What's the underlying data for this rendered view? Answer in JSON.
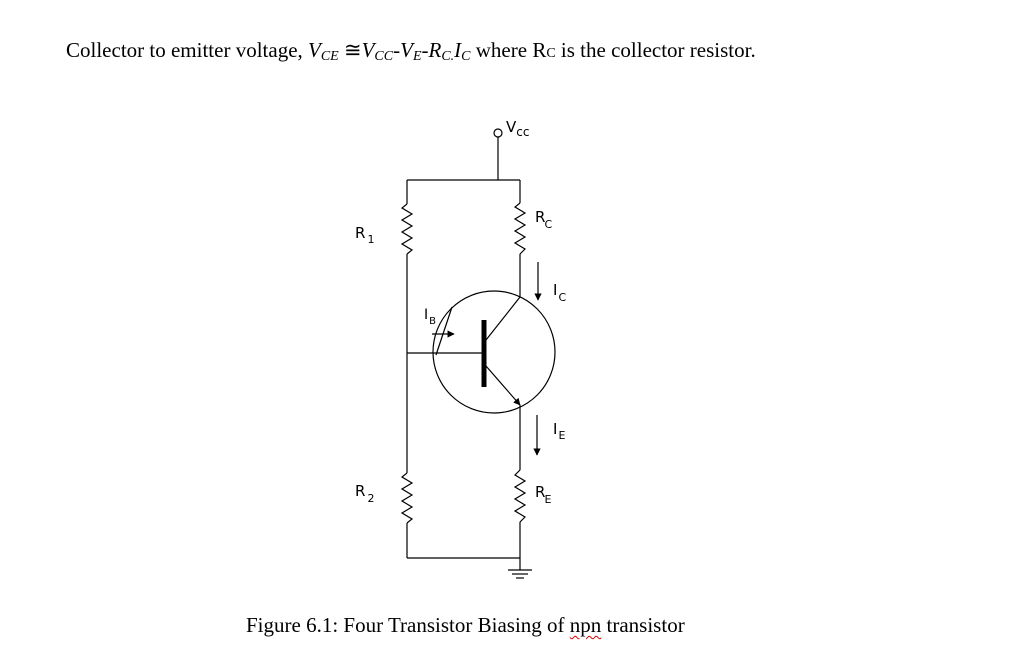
{
  "equation": {
    "prefix": "Collector to emitter voltage, ",
    "v1": "V",
    "v1_sub": "CE",
    "approx": " ≅",
    "v2": "V",
    "v2_sub": "CC",
    "minus1": "-",
    "v3": "V",
    "v3_sub": "E",
    "minus2": "-",
    "r": "R",
    "r_sub": "C.",
    "i": "I",
    "i_sub": "C",
    "where": " where R",
    "where_sub": "C",
    "suffix": " is the collector resistor."
  },
  "diagram": {
    "vcc_label": "V",
    "vcc_sub": "cc",
    "r1_label": "R",
    "r1_sub": "1",
    "r2_label": "R",
    "r2_sub": "2",
    "rc_label": "R",
    "rc_sub": "C",
    "re_label": "R",
    "re_sub": "E",
    "ic_label": "I",
    "ic_sub": "C",
    "ie_label": "I",
    "ie_sub": "E",
    "ib_label": "I",
    "ib_sub": "B"
  },
  "caption": {
    "prefix": "Figure 6.1: Four Transistor Biasing of ",
    "npn": "npn",
    "suffix": " transistor"
  }
}
